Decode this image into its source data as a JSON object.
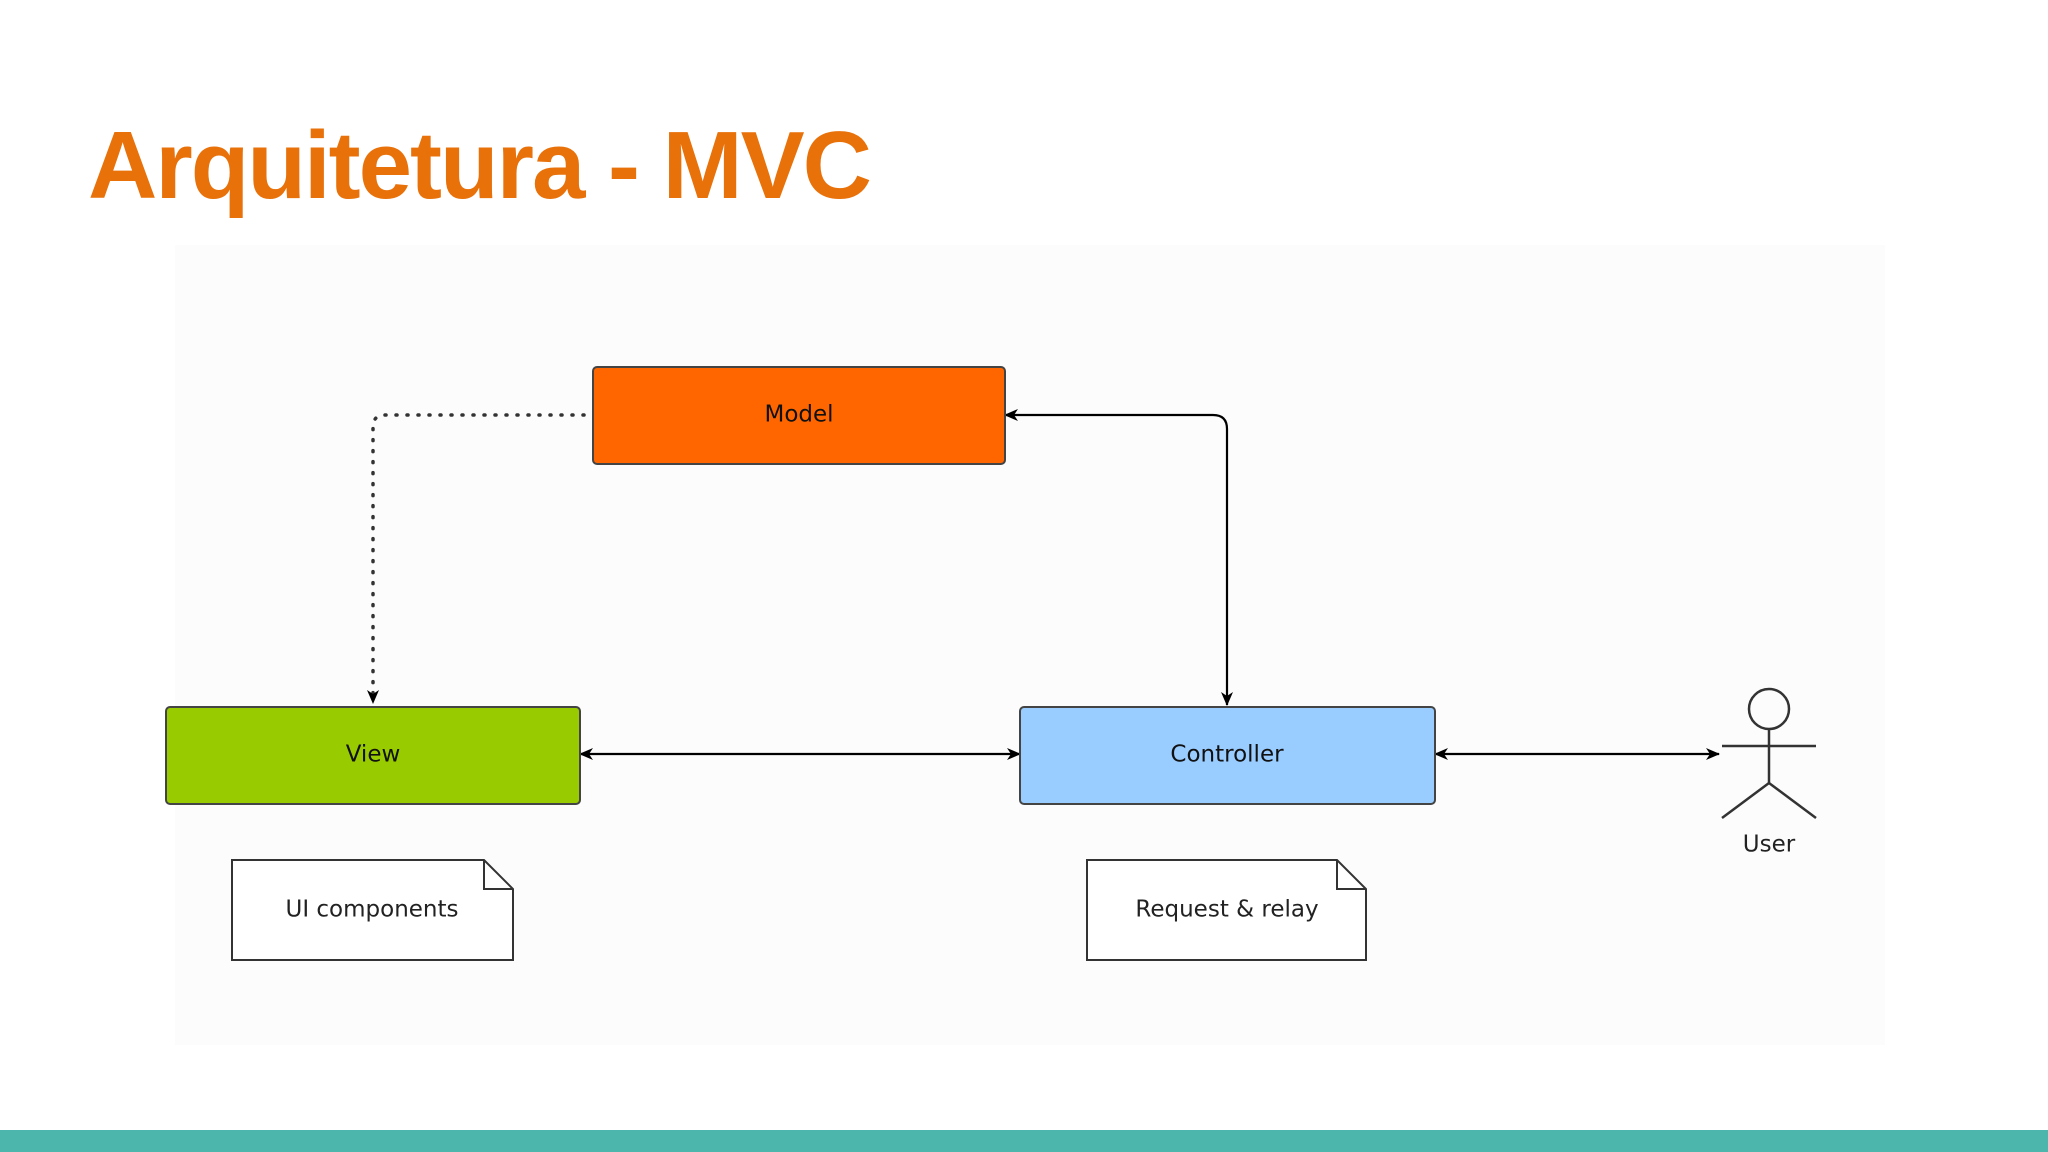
{
  "slide": {
    "title": "Arquitetura - MVC"
  },
  "diagram": {
    "nodes": {
      "model": {
        "label": "Model",
        "color": "#ff6600"
      },
      "view": {
        "label": "View",
        "color": "#99cc00"
      },
      "controller": {
        "label": "Controller",
        "color": "#99ccff"
      },
      "user": {
        "label": "User"
      }
    },
    "notes": {
      "view_note": "UI components",
      "controller_note": "Request & relay"
    },
    "edges": [
      {
        "from": "Model",
        "to": "View",
        "style": "dotted",
        "direction": "one-way"
      },
      {
        "from": "Model",
        "to": "Controller",
        "style": "solid",
        "direction": "two-way"
      },
      {
        "from": "View",
        "to": "Controller",
        "style": "solid",
        "direction": "two-way"
      },
      {
        "from": "Controller",
        "to": "User",
        "style": "solid",
        "direction": "two-way"
      }
    ]
  },
  "colors": {
    "title": "#e8710a",
    "footer_bar": "#4db6ac"
  }
}
